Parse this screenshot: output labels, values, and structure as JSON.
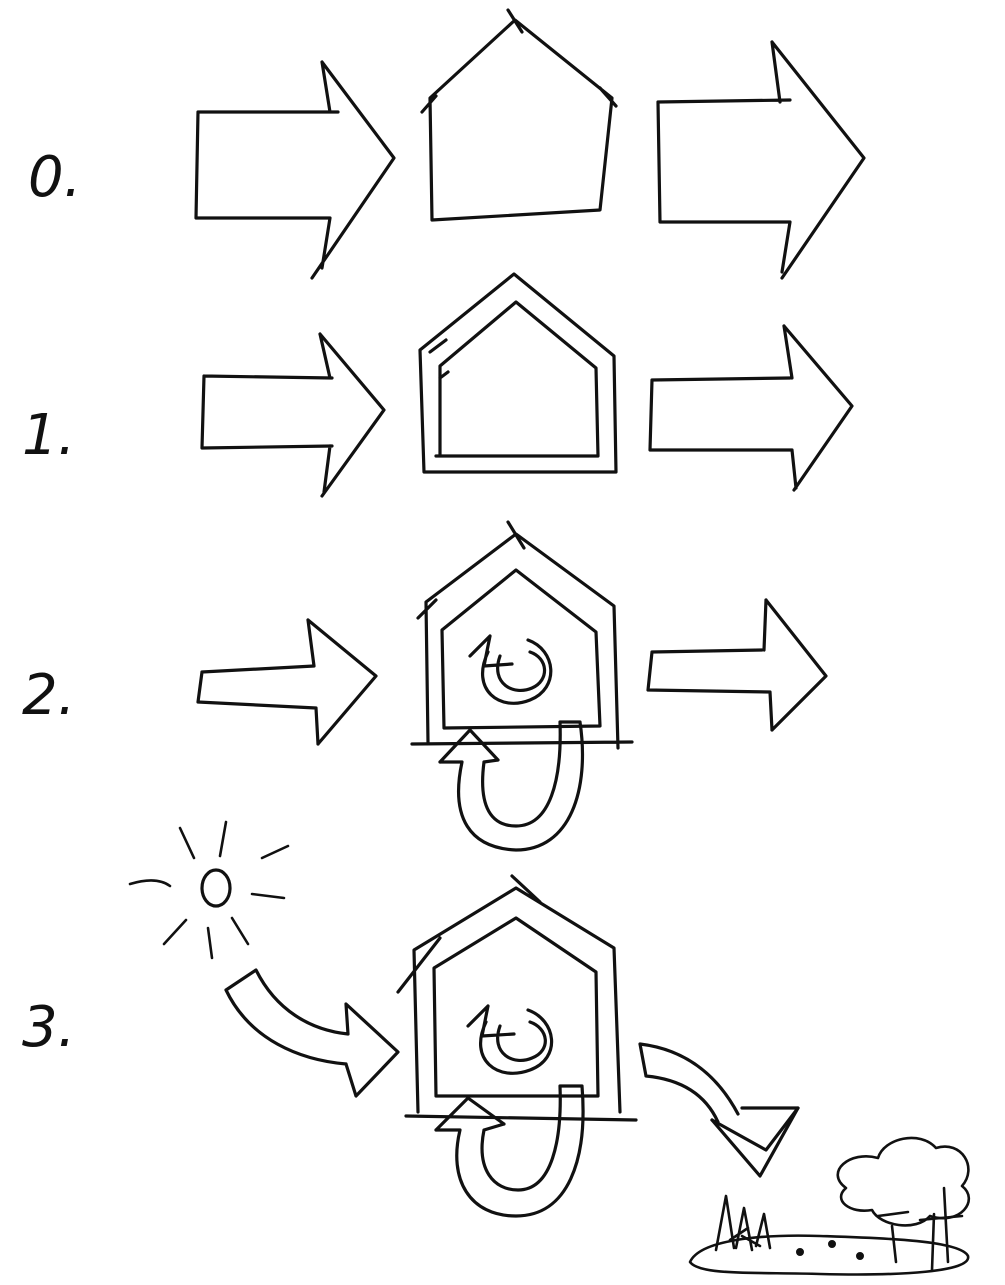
{
  "rows": [
    {
      "label": "0."
    },
    {
      "label": "1."
    },
    {
      "label": "2."
    },
    {
      "label": "3."
    }
  ],
  "colors": {
    "ink": "#111111",
    "paper": "#ffffff"
  }
}
